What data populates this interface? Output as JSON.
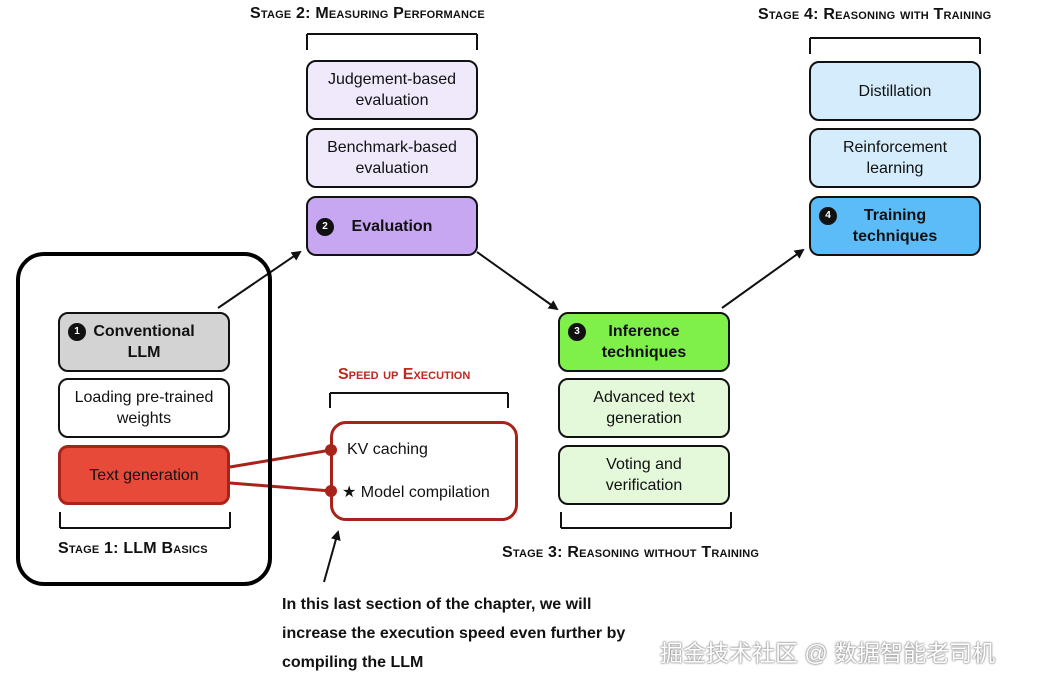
{
  "stages": {
    "stage1": "Stage 1: LLM Basics",
    "stage2": "Stage 2: Measuring Performance",
    "stage3": "Stage 3: Reasoning without Training",
    "stage4": "Stage 4: Reasoning with Training"
  },
  "stage1_boxes": {
    "conventional": {
      "badge": "1",
      "line1": "Conventional",
      "line2": "LLM"
    },
    "loading": {
      "line1": "Loading pre-trained",
      "line2": "weights"
    },
    "textgen": {
      "line1": "Text generation"
    }
  },
  "stage2_boxes": {
    "judgement": {
      "line1": "Judgement-based",
      "line2": "evaluation"
    },
    "benchmark": {
      "line1": "Benchmark-based",
      "line2": "evaluation"
    },
    "evaluation": {
      "badge": "2",
      "line1": "Evaluation"
    }
  },
  "stage3_boxes": {
    "inference": {
      "badge": "3",
      "line1": "Inference",
      "line2": "techniques"
    },
    "advanced": {
      "line1": "Advanced text",
      "line2": "generation"
    },
    "voting": {
      "line1": "Voting and",
      "line2": "verification"
    }
  },
  "stage4_boxes": {
    "distillation": {
      "line1": "Distillation"
    },
    "reinforcement": {
      "line1": "Reinforcement",
      "line2": "learning"
    },
    "training": {
      "badge": "4",
      "line1": "Training",
      "line2": "techniques"
    }
  },
  "speedup": {
    "title": "Speed up Execution",
    "item1": "KV caching",
    "item2": "★ Model compilation"
  },
  "caption": {
    "line1": "In this last section of the chapter, we will",
    "line2": "increase the execution speed even further by",
    "line3": "compiling the LLM"
  },
  "watermark": "掘金技术社区 @ 数据智能老司机",
  "colors": {
    "conventional": "#d3d3d3",
    "loading": "#ffffff",
    "textgen": "#e84a3a",
    "judgement": "#efe9fb",
    "benchmark": "#efe9fb",
    "evaluation": "#c7a7f2",
    "inference": "#7ff04a",
    "advanced": "#e4f8da",
    "voting": "#e4f8da",
    "distillation": "#d4ecfb",
    "reinforcement": "#d4ecfb",
    "training": "#5cbcf8",
    "speed_red": "#a8231a"
  }
}
